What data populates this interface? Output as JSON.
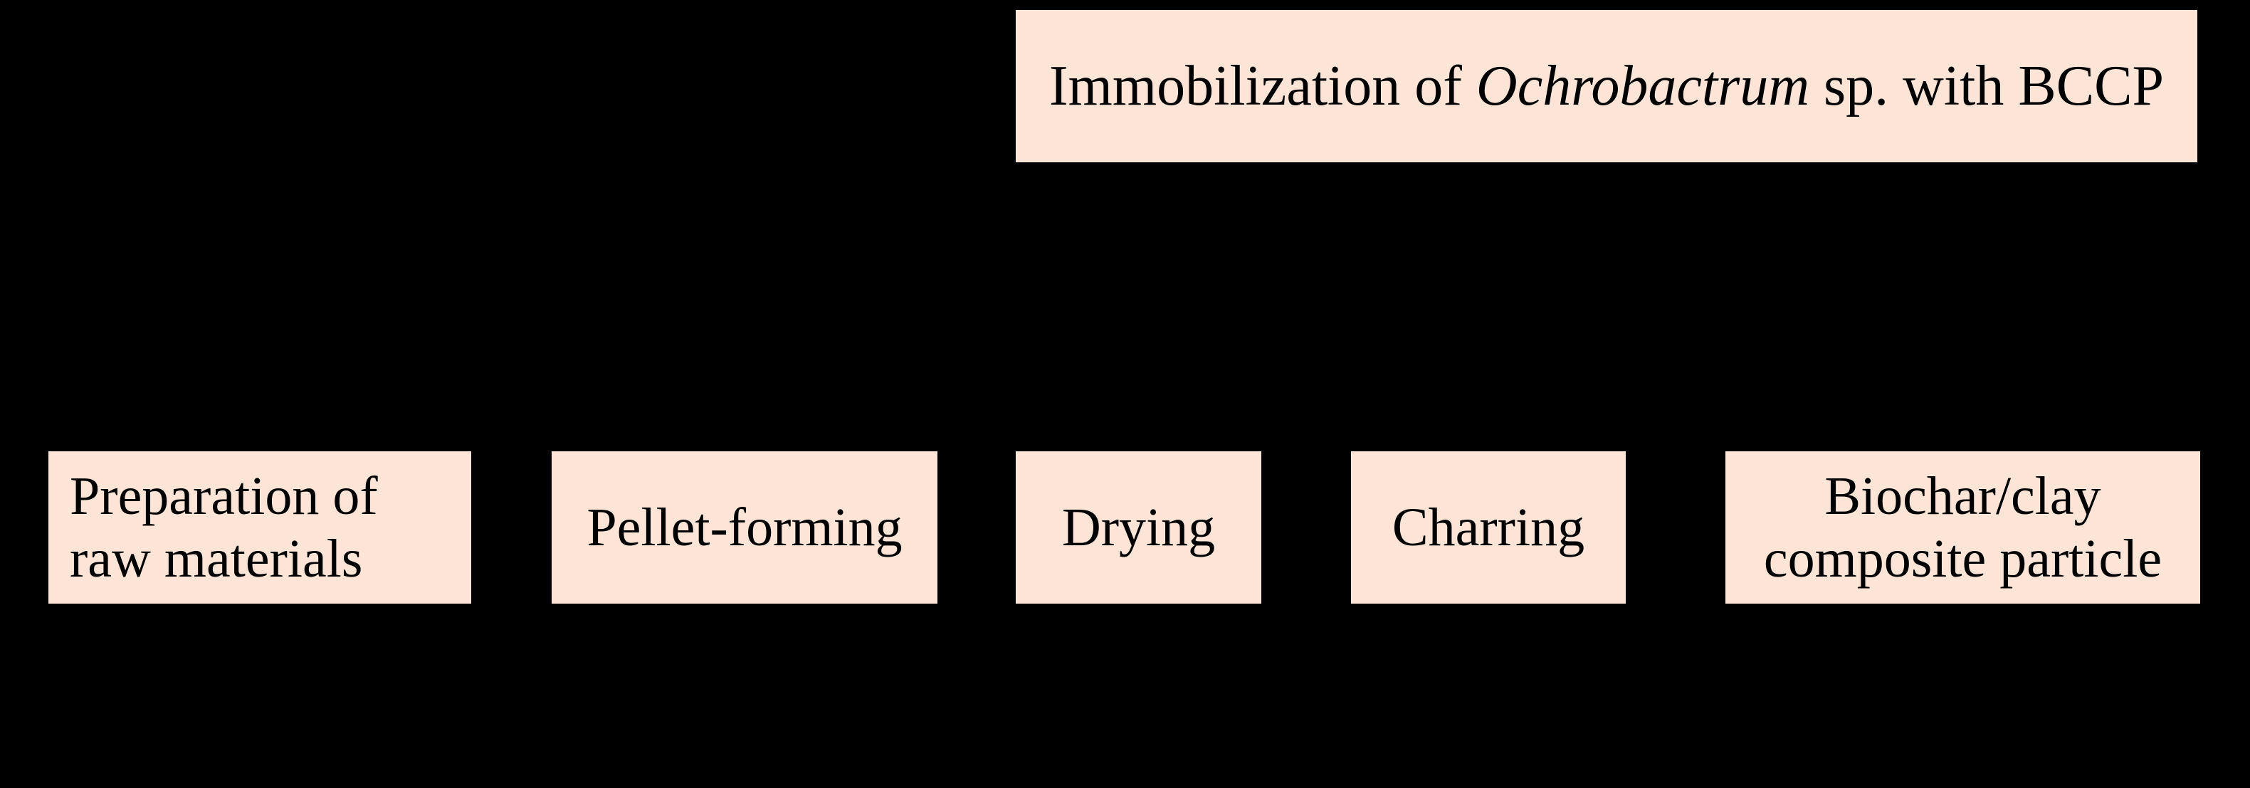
{
  "colors": {
    "background": "#000000",
    "box_fill": "#fce4d6",
    "text": "#000000"
  },
  "top_box": {
    "prefix": "Immobilization of ",
    "italic": "Ochrobactrum",
    "suffix": " sp. with BCCP"
  },
  "steps": [
    {
      "label": "Preparation of\nraw materials"
    },
    {
      "label": "Pellet-forming"
    },
    {
      "label": "Drying"
    },
    {
      "label": "Charring"
    },
    {
      "label": "Biochar/clay\ncomposite particle"
    }
  ]
}
